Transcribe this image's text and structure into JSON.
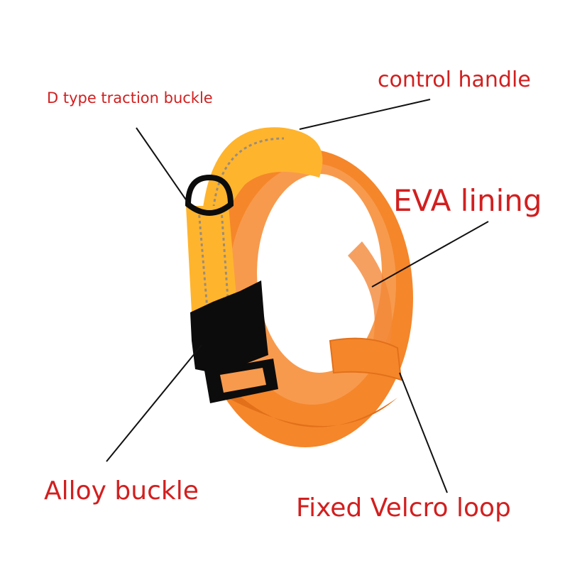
{
  "colors": {
    "label": "#d21f1f",
    "leader": "#111111",
    "collar_orange": "#f5862a",
    "collar_dark": "#e2701a",
    "lining": "#f79a4d",
    "strap_yellow": "#ffb42e",
    "stitch": "#9a8d7a",
    "hardware": "#0c0c0c"
  },
  "labels": {
    "d_buckle": "D type traction buckle",
    "control_handle": "control handle",
    "eva_lining": "EVA lining",
    "alloy_buckle": "Alloy buckle",
    "velcro_loop": "Fixed Velcro loop"
  },
  "icons": {
    "collar": "dog-collar-illustration",
    "d_ring": "d-ring-icon",
    "buckle": "buckle-icon"
  }
}
